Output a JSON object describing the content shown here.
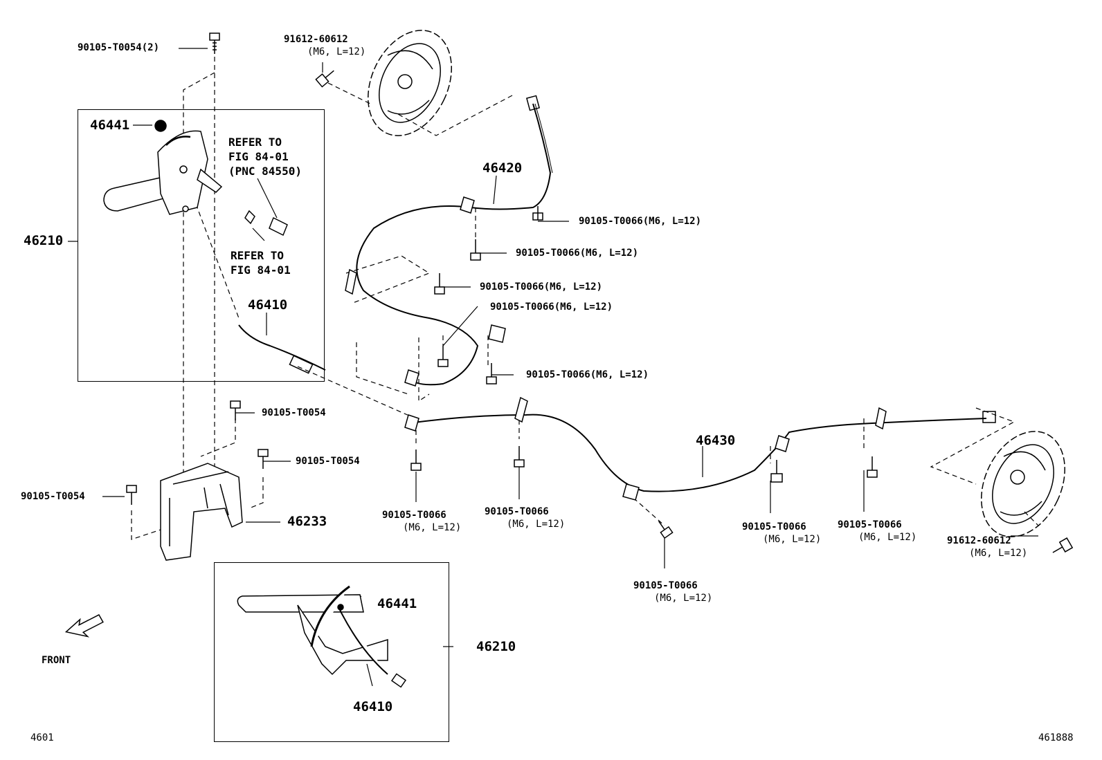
{
  "parts": {
    "bolt_top_left": "90105-T0054(2)",
    "bolt_rear_drum_top": "91612-60612",
    "bolt_rear_drum_top_spec": "(M6, L=12)",
    "cap_upper": "46441",
    "refer_1": [
      "REFER TO",
      "FIG 84-01",
      "(PNC 84550)"
    ],
    "refer_2": [
      "REFER TO",
      "FIG 84-01"
    ],
    "lever_assy_upper": "46210",
    "cable_no1_upper": "46410",
    "cable_no2": "46420",
    "bolt_0066_a": "90105-T0066(M6, L=12)",
    "bolt_0066_b": "90105-T0066(M6, L=12)",
    "bolt_0066_c": "90105-T0066(M6, L=12)",
    "bolt_0066_d": "90105-T0066(M6, L=12)",
    "bolt_0066_e": "90105-T0066(M6, L=12)",
    "bolt_0054_a": "90105-T0054",
    "bolt_0054_b": "90105-T0054",
    "bolt_0054_c": "90105-T0054",
    "bracket": "46233",
    "cable_no3": "46430",
    "bolt_low_1": "90105-T0066",
    "bolt_low_1_spec": "(M6, L=12)",
    "bolt_low_2": "90105-T0066",
    "bolt_low_2_spec": "(M6, L=12)",
    "bolt_low_3": "90105-T0066",
    "bolt_low_3_spec": "(M6, L=12)",
    "bolt_low_4": "90105-T0066",
    "bolt_low_4_spec": "(M6, L=12)",
    "bolt_low_5": "90105-T0066",
    "bolt_low_5_spec": "(M6, L=12)",
    "bolt_rear_drum_right": "91612-60612",
    "bolt_rear_drum_right_spec": "(M6, L=12)",
    "cap_lower": "46441",
    "lever_assy_lower": "46210",
    "cable_no1_lower": "46410"
  },
  "front_label": "FRONT",
  "page_code_left": "4601",
  "page_code_right": "461888",
  "colors": {
    "line": "#000000",
    "background": "#ffffff"
  }
}
